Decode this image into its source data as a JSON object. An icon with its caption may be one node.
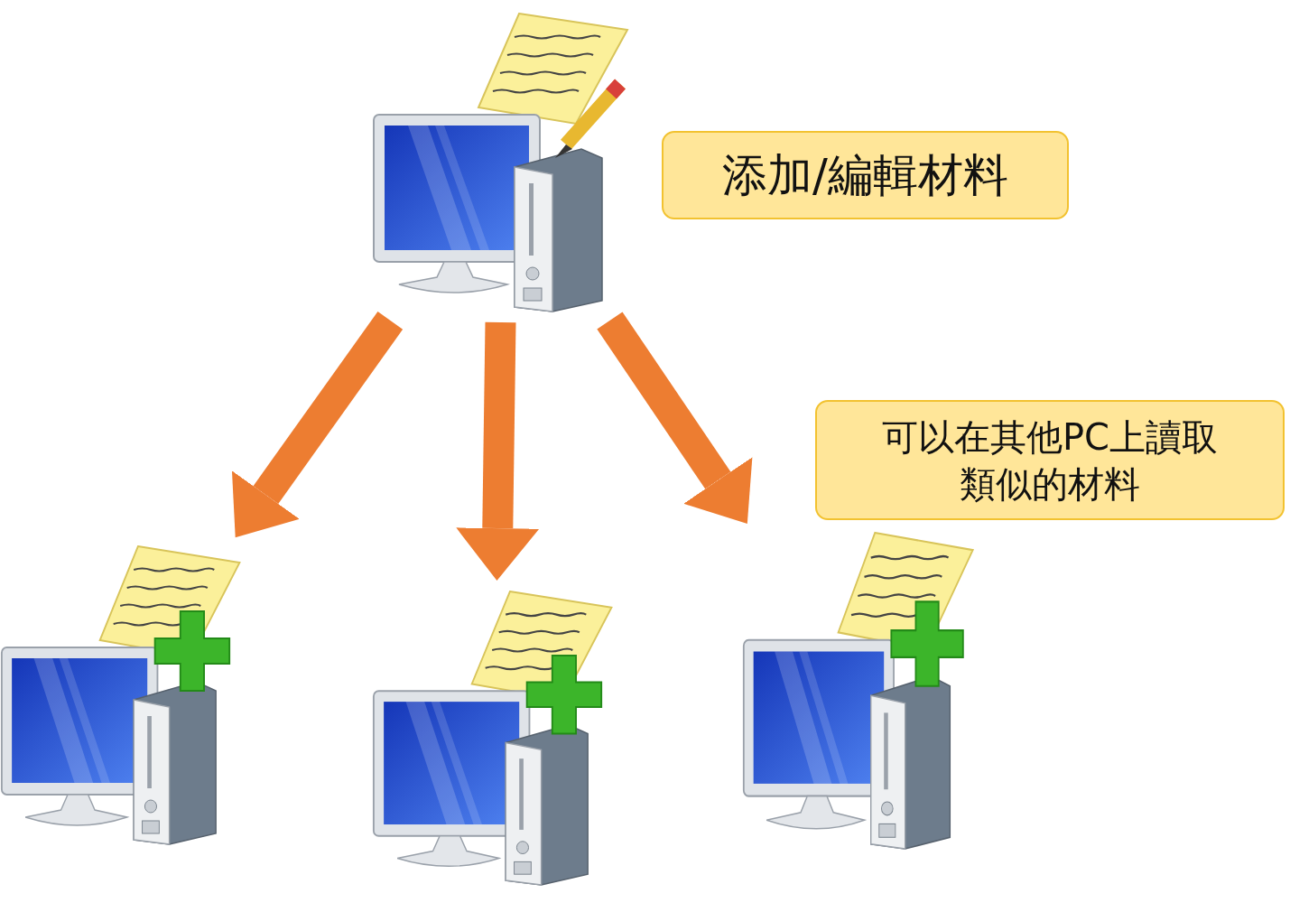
{
  "diagram": {
    "nodes": [
      {
        "text": [],
        "shape": "picture"
      },
      {
        "text": [
          "添加/編輯材料"
        ]
      },
      {
        "text": [
          "可以在其他PC上讀取類似的材料"
        ]
      },
      {
        "text": [],
        "shape": "picture"
      },
      {
        "text": [],
        "shape": "picture"
      },
      {
        "text": [],
        "shape": "picture"
      }
    ],
    "edges": [
      {
        "from": 0,
        "to": 3,
        "arrow": "to"
      },
      {
        "from": 0,
        "to": 4,
        "arrow": "to"
      },
      {
        "from": 0,
        "to": 5,
        "arrow": "to"
      }
    ]
  }
}
